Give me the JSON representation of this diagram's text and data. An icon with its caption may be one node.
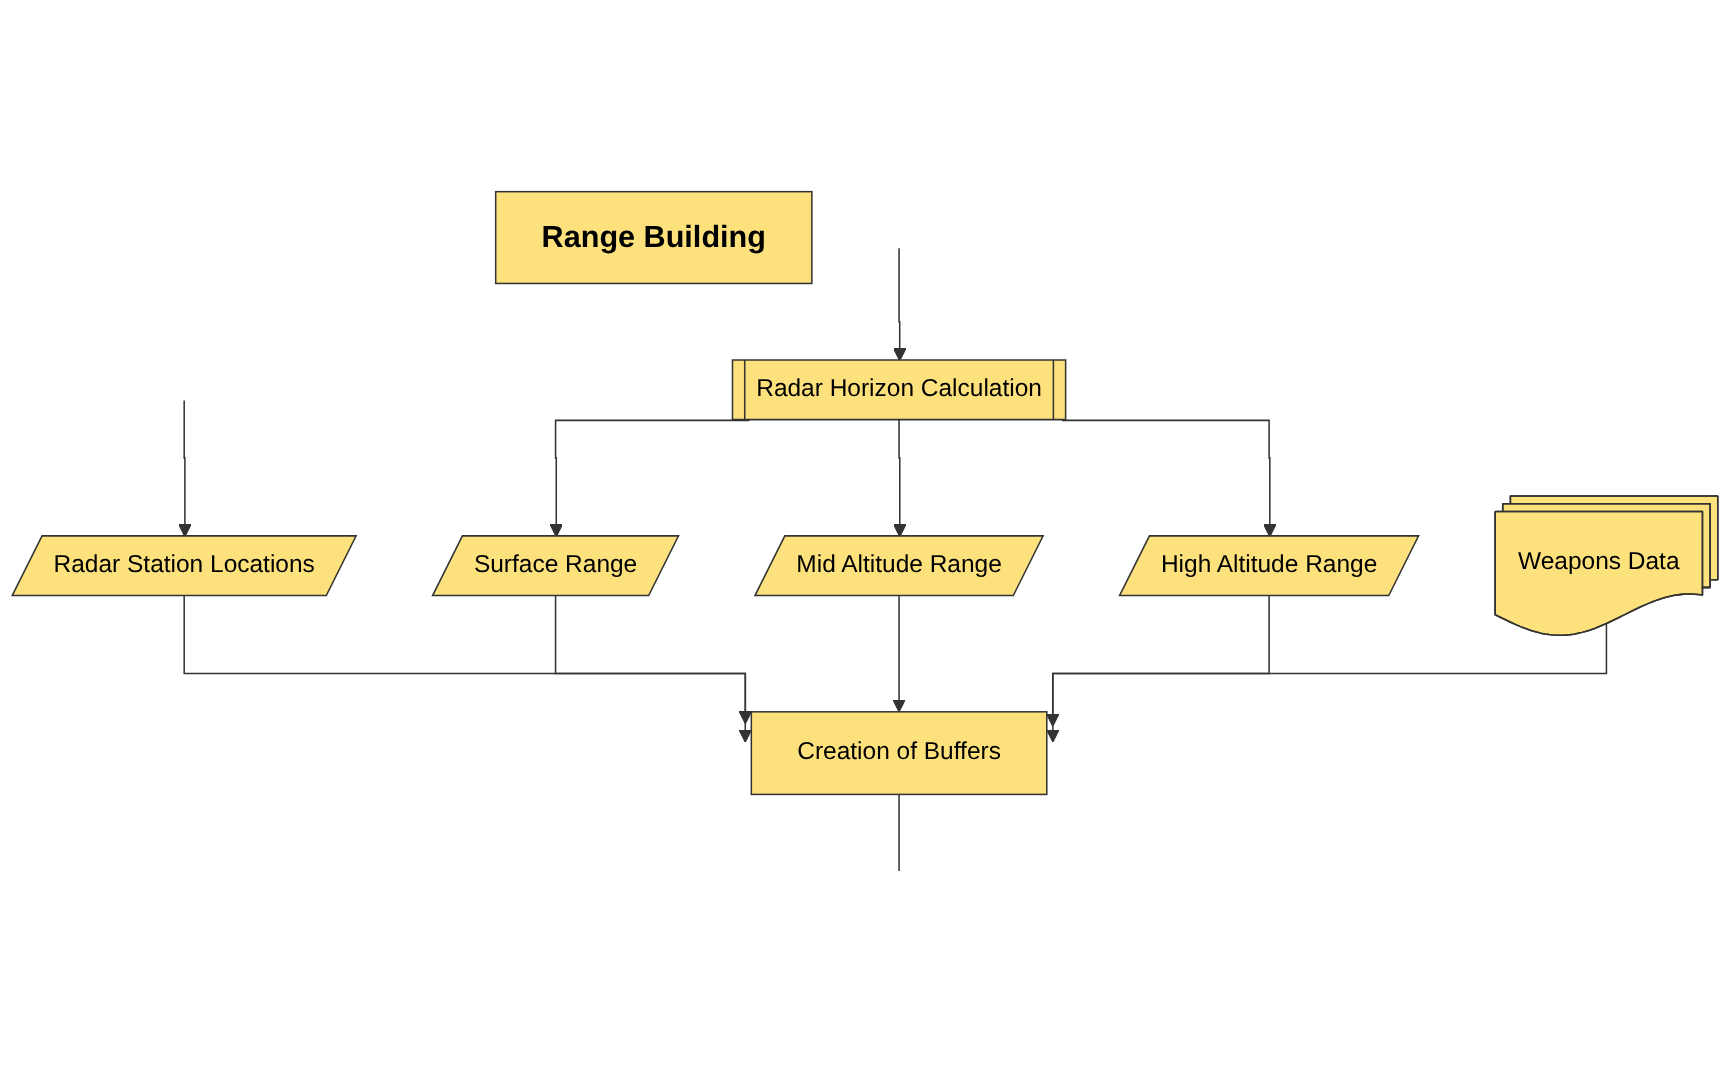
{
  "diagram": {
    "nodes": [
      {
        "text": [
          "Radar Horizon Calculation"
        ]
      },
      {
        "text": [
          "Range Building"
        ]
      },
      {
        "text": [
          "Radar Station Locations"
        ]
      },
      {
        "text": [
          "Surface Range"
        ]
      },
      {
        "text": [
          "Mid Altitude Range"
        ]
      },
      {
        "text": [
          "High Altitude Range"
        ]
      },
      {
        "text": [
          "Weapons Data"
        ]
      },
      {
        "text": [
          "Creation of Buffers"
        ]
      }
    ],
    "edges": [
      {
        "from": null,
        "to": 2,
        "arrow": "to"
      },
      {
        "from": null,
        "to": 0,
        "arrow": "to"
      },
      {
        "from": 0,
        "to": 3,
        "arrow": "to"
      },
      {
        "from": 0,
        "to": 4,
        "arrow": "to"
      },
      {
        "from": 0,
        "to": 5,
        "arrow": "to"
      },
      {
        "from": 2,
        "to": 7,
        "arrow": "to"
      },
      {
        "from": 3,
        "to": 7,
        "arrow": "to"
      },
      {
        "from": 4,
        "to": 7,
        "arrow": "to"
      },
      {
        "from": 5,
        "to": 7,
        "arrow": "to"
      },
      {
        "from": 6,
        "to": 7,
        "arrow": "to"
      },
      {
        "from": 7,
        "to": null,
        "arrow": "none"
      }
    ]
  }
}
